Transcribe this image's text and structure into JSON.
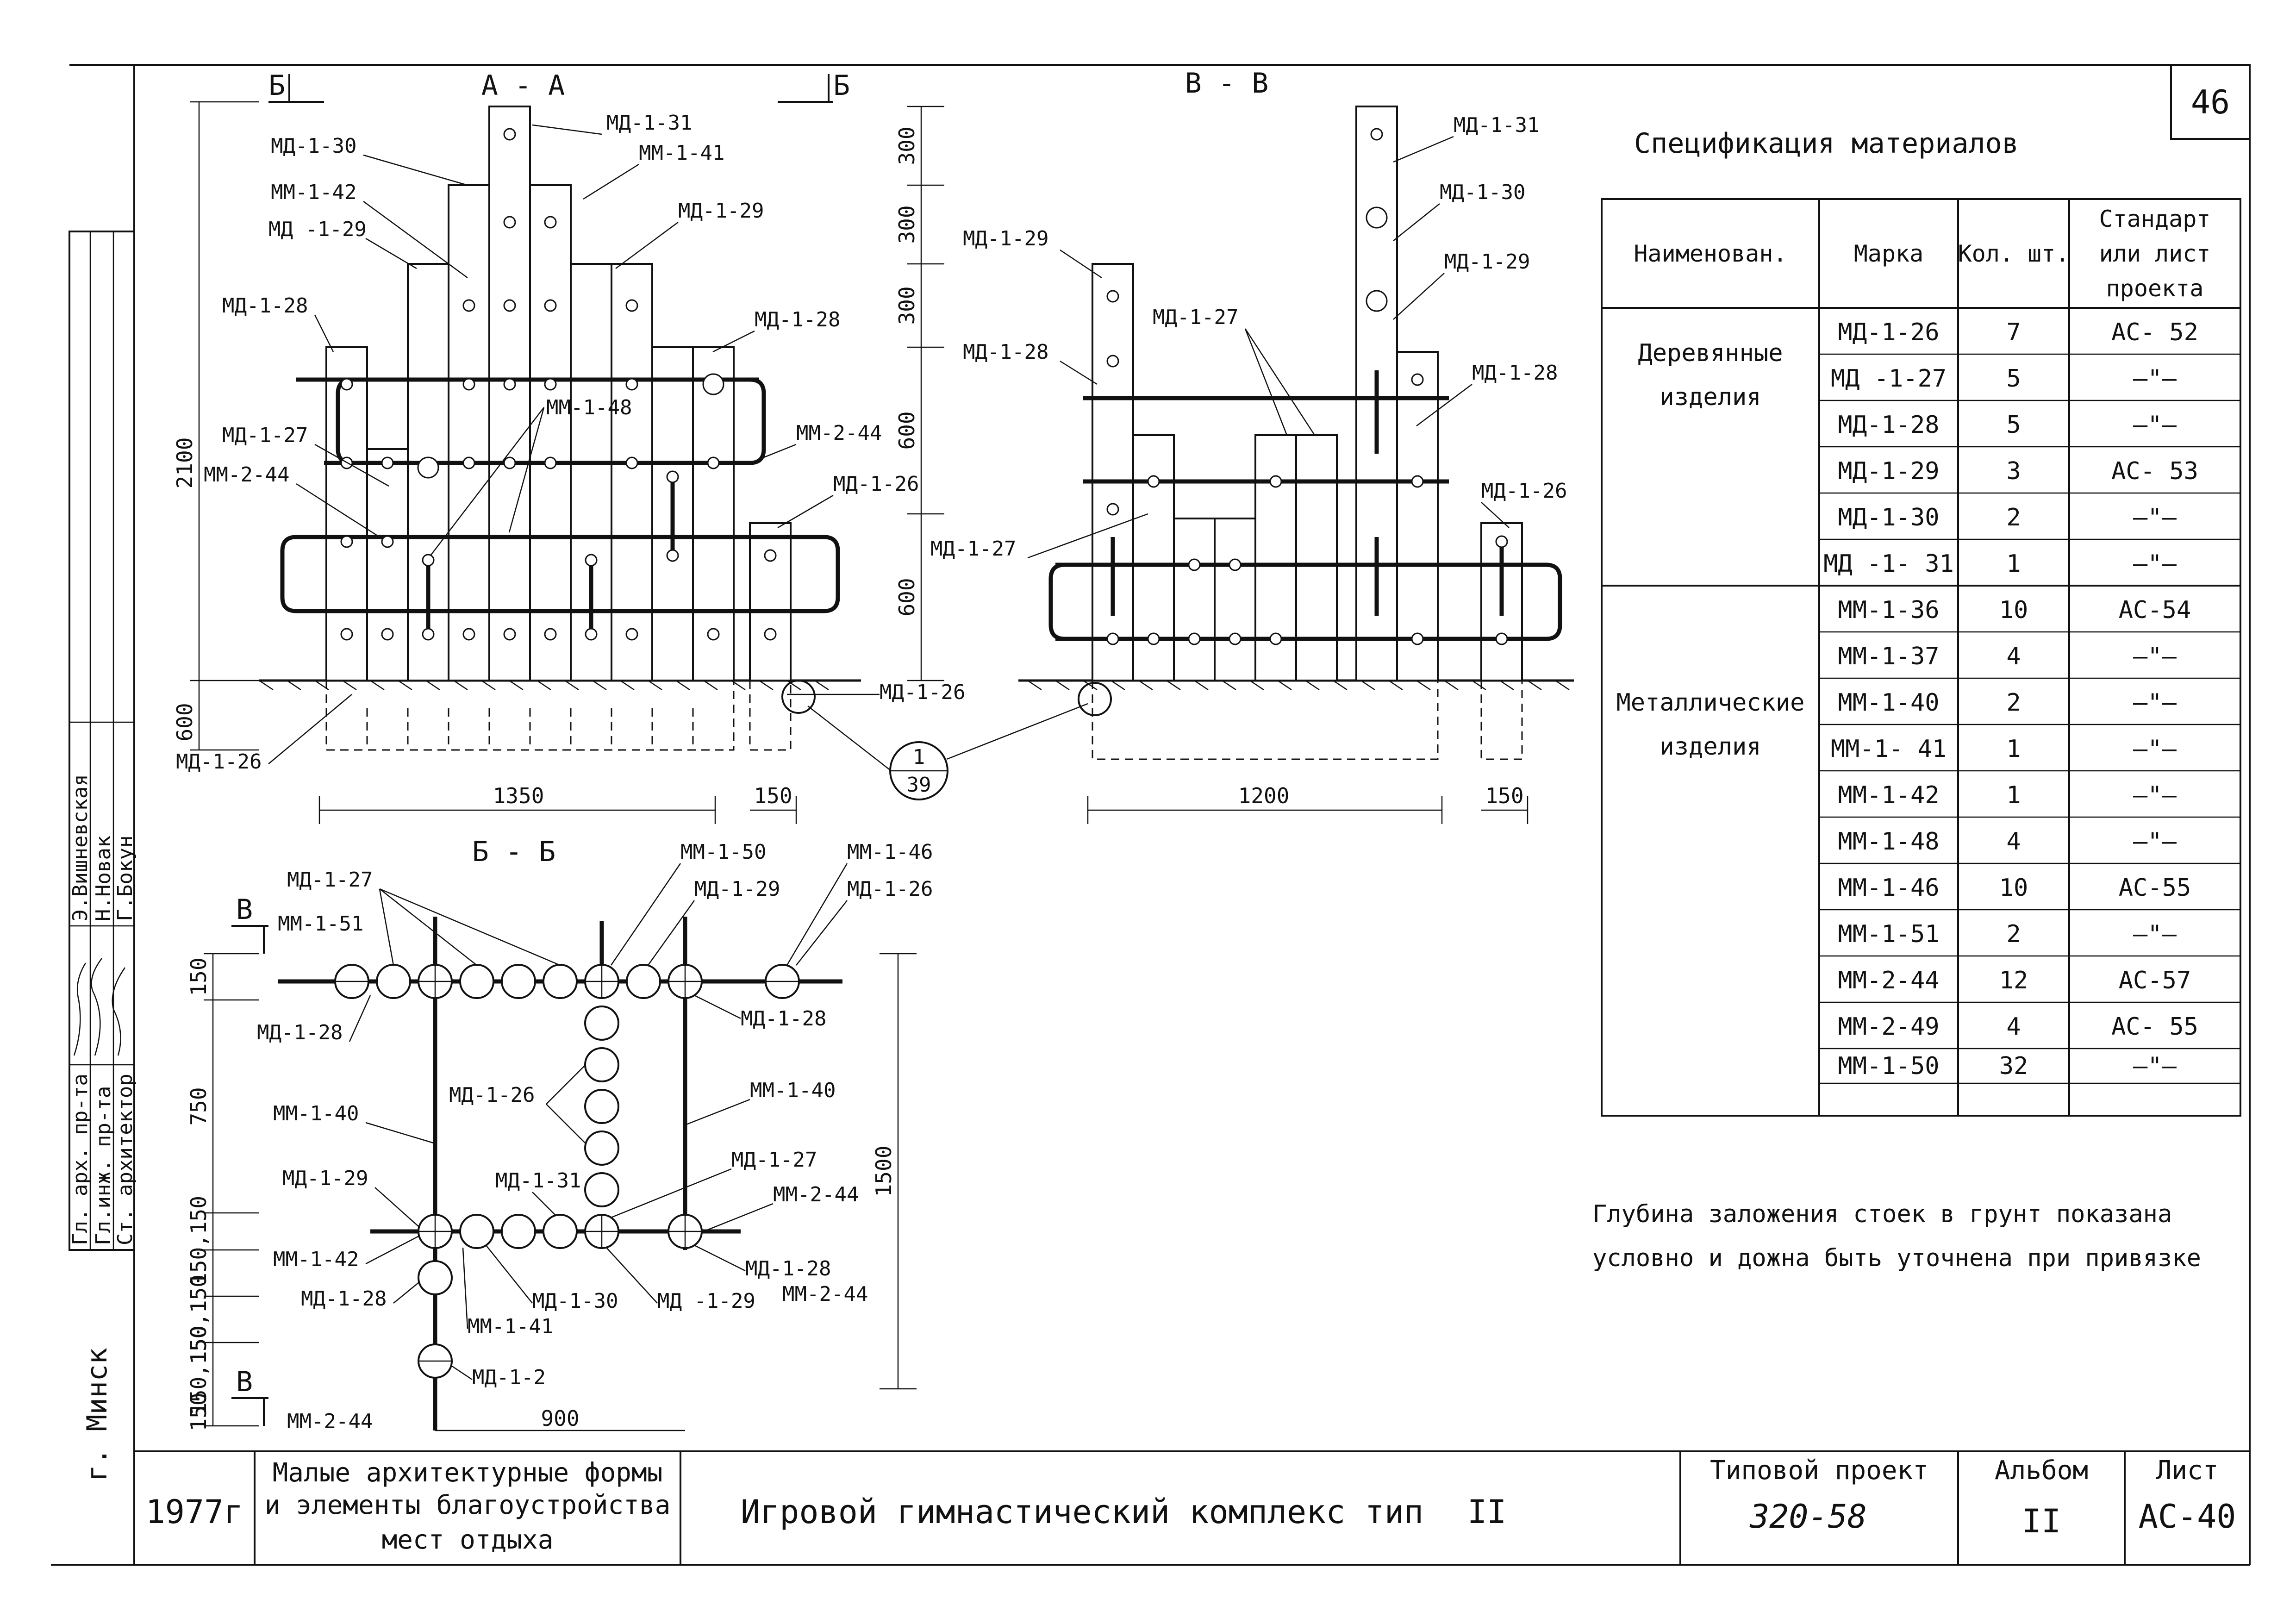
{
  "sheet_number": "46",
  "views": {
    "aa": {
      "title": "А - А",
      "cut_left": "Б",
      "cut_right": "Б"
    },
    "vv": {
      "title": "В - В"
    },
    "bb": {
      "title": "Б - Б",
      "cut_top": "В",
      "cut_bottom": "В"
    }
  },
  "dims": {
    "aa_height_total": "2100",
    "aa_underground": "600",
    "aa_width_main": "1350",
    "aa_width_post": "150",
    "vv_300_1": "300",
    "vv_300_2": "300",
    "vv_300_3": "300",
    "vv_600_1": "600",
    "vv_600_2": "600",
    "vv_width_main": "1200",
    "vv_width_post": "150",
    "bb_150_a": "150",
    "bb_750": "750",
    "bb_150_b": "150,150",
    "bb_150_c": "150,150",
    "bb_150_d": "150,150",
    "bb_150_e": "150",
    "bb_1500": "1500",
    "bb_900": "900"
  },
  "callout": {
    "top": "1",
    "bottom": "39"
  },
  "aa_labels": {
    "md131": "МД-1-31",
    "md130": "МД-1-30",
    "mm141": "ММ-1-41",
    "mm142": "ММ-1-42",
    "md129_l": "МД -1-29",
    "md129_r": "МД-1-29",
    "md128_l": "МД-1-28",
    "md128_r": "МД-1-28",
    "mm148": "ММ-1-48",
    "md127": "МД-1-27",
    "mm244_l": "ММ-2-44",
    "mm244_r": "ММ-2-44",
    "md126_r": "МД-1-26",
    "md126_b": "МД-1-26",
    "md126_c": "МД-1-26"
  },
  "vv_labels": {
    "md131": "МД-1-31",
    "md130": "МД-1-30",
    "md129_r": "МД-1-29",
    "md129_l": "МД-1-29",
    "md127_t": "МД-1-27",
    "md128_l": "МД-1-28",
    "md128_r": "МД-1-28",
    "md126": "МД-1-26",
    "md127_l": "МД-1-27"
  },
  "bb_labels": {
    "md127": "МД-1-27",
    "mm150": "ММ-1-50",
    "mm146": "ММ-1-46",
    "md129_t": "МД-1-29",
    "md126_t": "МД-1-26",
    "mm151": "ММ-1-51",
    "md128_l": "МД-1-28",
    "md128_r": "МД-1-28",
    "md126_m": "МД-1-26",
    "mm140_l": "ММ-1-40",
    "mm140_r": "ММ-1-40",
    "md127_r": "МД-1-27",
    "md131": "МД-1-31",
    "mm244_r": "ММ-2-44",
    "md129_l": "МД-1-29",
    "mm142": "ММ-1-42",
    "md128_b": "МД-1-28",
    "md128_br": "МД-1-28",
    "mm244_br": "ММ-2-44",
    "md130": "МД-1-30",
    "md129_b": "МД -1-29",
    "mm141": "ММ-1-41",
    "md12": "МД-1-2",
    "mm244_b": "ММ-2-44"
  },
  "spec": {
    "title": "Спецификация материалов",
    "headers": [
      "Наименован.",
      "Марка",
      "Кол. шт.",
      "Стандарт",
      "или лист",
      "проекта"
    ],
    "groups": [
      {
        "name_1": "Деревянные",
        "name_2": "изделия"
      },
      {
        "name_1": "Металлические",
        "name_2": "изделия"
      }
    ],
    "rows": [
      {
        "mark": "МД-1-26",
        "qty": "7",
        "std": "АС- 52"
      },
      {
        "mark": "МД -1-27",
        "qty": "5",
        "std": "—\"—"
      },
      {
        "mark": "МД-1-28",
        "qty": "5",
        "std": "—\"—"
      },
      {
        "mark": "МД-1-29",
        "qty": "3",
        "std": "АС- 53"
      },
      {
        "mark": "МД-1-30",
        "qty": "2",
        "std": "—\"—"
      },
      {
        "mark": "МД -1- 31",
        "qty": "1",
        "std": "—\"—"
      },
      {
        "mark": "ММ-1-36",
        "qty": "10",
        "std": "АС-54"
      },
      {
        "mark": "ММ-1-37",
        "qty": "4",
        "std": "—\"—"
      },
      {
        "mark": "ММ-1-40",
        "qty": "2",
        "std": "—\"—"
      },
      {
        "mark": "ММ-1- 41",
        "qty": "1",
        "std": "—\"—"
      },
      {
        "mark": "ММ-1-42",
        "qty": "1",
        "std": "—\"—"
      },
      {
        "mark": "ММ-1-48",
        "qty": "4",
        "std": "—\"—"
      },
      {
        "mark": "ММ-1-46",
        "qty": "10",
        "std": "АС-55"
      },
      {
        "mark": "ММ-1-51",
        "qty": "2",
        "std": "—\"—"
      },
      {
        "mark": "ММ-2-44",
        "qty": "12",
        "std": "АС-57"
      },
      {
        "mark": "ММ-2-49",
        "qty": "4",
        "std": "АС- 55"
      },
      {
        "mark": "ММ-1-50",
        "qty": "32",
        "std": "—\"—"
      }
    ]
  },
  "note": {
    "line1": "Глубина заложения стоек в грунт показана",
    "line2": "условно и дожна быть уточнена при привязке"
  },
  "stamp": {
    "roles": [
      "Гл. арх. пр-та",
      "Гл.инж. пр-та",
      "Ст. архитектор"
    ],
    "names": [
      "Э.Вишневская",
      "Н.Новак",
      "Г.Бокун"
    ],
    "city": "г. Минск"
  },
  "title_block": {
    "year": "1977г",
    "series_1": "Малые архитектурные формы",
    "series_2": "и элементы благоустройства",
    "series_3": "мест отдыха",
    "title": "Игровой гимнастический комплекс тип",
    "type_num": "II",
    "project_label": "Типовой проект",
    "project_num": "320-58",
    "album_label": "Альбом",
    "album_num": "II",
    "sheet_label": "Лист",
    "sheet_code": "АС-40"
  }
}
